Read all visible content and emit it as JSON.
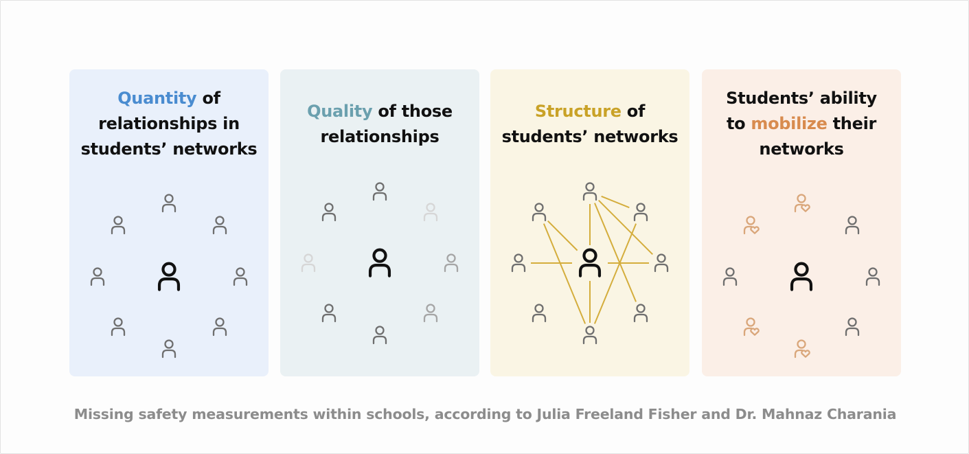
{
  "panels": [
    {
      "title_pre": "",
      "title_highlight": "Quantity",
      "title_post": " of relationships in students’ networks",
      "highlight_color": "#4a8cd0",
      "background": "#e9f0fb",
      "people": [
        {
          "icon": "person-icon",
          "emphasis": "center"
        },
        {
          "icon": "person-icon",
          "emphasis": "normal"
        },
        {
          "icon": "person-icon",
          "emphasis": "normal"
        },
        {
          "icon": "person-icon",
          "emphasis": "normal"
        },
        {
          "icon": "person-icon",
          "emphasis": "normal"
        },
        {
          "icon": "person-icon",
          "emphasis": "normal"
        },
        {
          "icon": "person-icon",
          "emphasis": "normal"
        },
        {
          "icon": "person-icon",
          "emphasis": "normal"
        },
        {
          "icon": "person-icon",
          "emphasis": "normal"
        }
      ],
      "connections": []
    },
    {
      "title_pre": "",
      "title_highlight": "Quality",
      "title_post": " of those relationships",
      "highlight_color": "#6ba0ae",
      "background": "#eaf1f3",
      "people": [
        {
          "icon": "person-icon",
          "emphasis": "center"
        },
        {
          "icon": "person-icon",
          "emphasis": "normal"
        },
        {
          "icon": "person-icon",
          "emphasis": "normal"
        },
        {
          "icon": "person-icon",
          "emphasis": "faint"
        },
        {
          "icon": "person-icon",
          "emphasis": "faint"
        },
        {
          "icon": "person-icon",
          "emphasis": "medium"
        },
        {
          "icon": "person-icon",
          "emphasis": "normal"
        },
        {
          "icon": "person-icon",
          "emphasis": "normal"
        },
        {
          "icon": "person-icon",
          "emphasis": "medium"
        }
      ],
      "connections": []
    },
    {
      "title_pre": "",
      "title_highlight": "Structure",
      "title_post": " of students’ networks",
      "highlight_color": "#c9a227",
      "background": "#faf5e4",
      "line_color": "#d4ad3c",
      "people": [
        {
          "icon": "person-icon",
          "emphasis": "center"
        },
        {
          "icon": "person-icon",
          "emphasis": "normal"
        },
        {
          "icon": "person-icon",
          "emphasis": "normal"
        },
        {
          "icon": "person-icon",
          "emphasis": "normal"
        },
        {
          "icon": "person-icon",
          "emphasis": "normal"
        },
        {
          "icon": "person-icon",
          "emphasis": "normal"
        },
        {
          "icon": "person-icon",
          "emphasis": "normal"
        },
        {
          "icon": "person-icon",
          "emphasis": "normal"
        },
        {
          "icon": "person-icon",
          "emphasis": "normal"
        }
      ],
      "connections": [
        [
          1,
          0
        ],
        [
          2,
          0
        ],
        [
          2,
          4
        ],
        [
          2,
          3
        ],
        [
          0,
          3
        ],
        [
          0,
          6
        ],
        [
          1,
          6
        ],
        [
          4,
          6
        ],
        [
          5,
          0
        ],
        [
          2,
          7
        ]
      ]
    },
    {
      "title_pre": "Students’ ability to ",
      "title_highlight": "mobilize",
      "title_post": " their networks",
      "highlight_color": "#d88b4e",
      "background": "#fbefe7",
      "people": [
        {
          "icon": "person-icon",
          "emphasis": "center"
        },
        {
          "icon": "person-heart-icon",
          "emphasis": "accent"
        },
        {
          "icon": "person-heart-icon",
          "emphasis": "accent"
        },
        {
          "icon": "person-icon",
          "emphasis": "normal"
        },
        {
          "icon": "person-icon",
          "emphasis": "normal"
        },
        {
          "icon": "person-icon",
          "emphasis": "normal"
        },
        {
          "icon": "person-heart-icon",
          "emphasis": "accent"
        },
        {
          "icon": "person-icon",
          "emphasis": "normal"
        },
        {
          "icon": "person-heart-icon",
          "emphasis": "accent"
        }
      ],
      "connections": []
    }
  ],
  "emphasis_colors": {
    "center": "#111111",
    "normal": "#6e6e6e",
    "medium": "#a5a5a5",
    "faint": "#d6d6d6",
    "accent": "#d9a67a"
  },
  "caption": "Missing safety measurements within schools, according to Julia Freeland Fisher and Dr. Mahnaz Charania"
}
